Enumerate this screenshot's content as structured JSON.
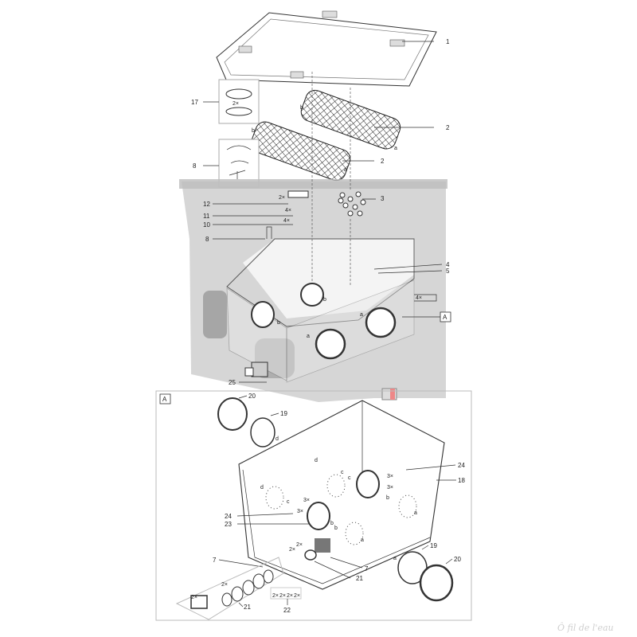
{
  "diagram": {
    "top_labels": [
      "1",
      "2",
      "2",
      "17",
      "8",
      "3",
      "12",
      "11",
      "10",
      "8",
      "4",
      "5",
      "25"
    ],
    "quantity_marks": {
      "lid_ring": "2×",
      "pipe_holder": "2×",
      "screws_11": "4×",
      "screws_10": "4×",
      "handles": "4×"
    },
    "letters": {
      "a": "a",
      "b": "b",
      "c": "c",
      "d": "d"
    },
    "callout_A": "A",
    "detail_labels": {
      "l20a": "20",
      "l19a": "19",
      "l24a": "24",
      "l18": "18",
      "l24b": "24",
      "l23": "23",
      "l7a": "7",
      "l7b": "7",
      "l21a": "21",
      "l21b": "21",
      "l22": "22",
      "l19b": "19",
      "l20b": "20"
    },
    "detail_quantities": [
      "3×",
      "3×",
      "3×",
      "3×",
      "2×",
      "2×",
      "2×",
      "2×",
      "2×",
      "2×",
      "2×",
      "2×"
    ],
    "watermark": "Ô fil de l'eau"
  }
}
